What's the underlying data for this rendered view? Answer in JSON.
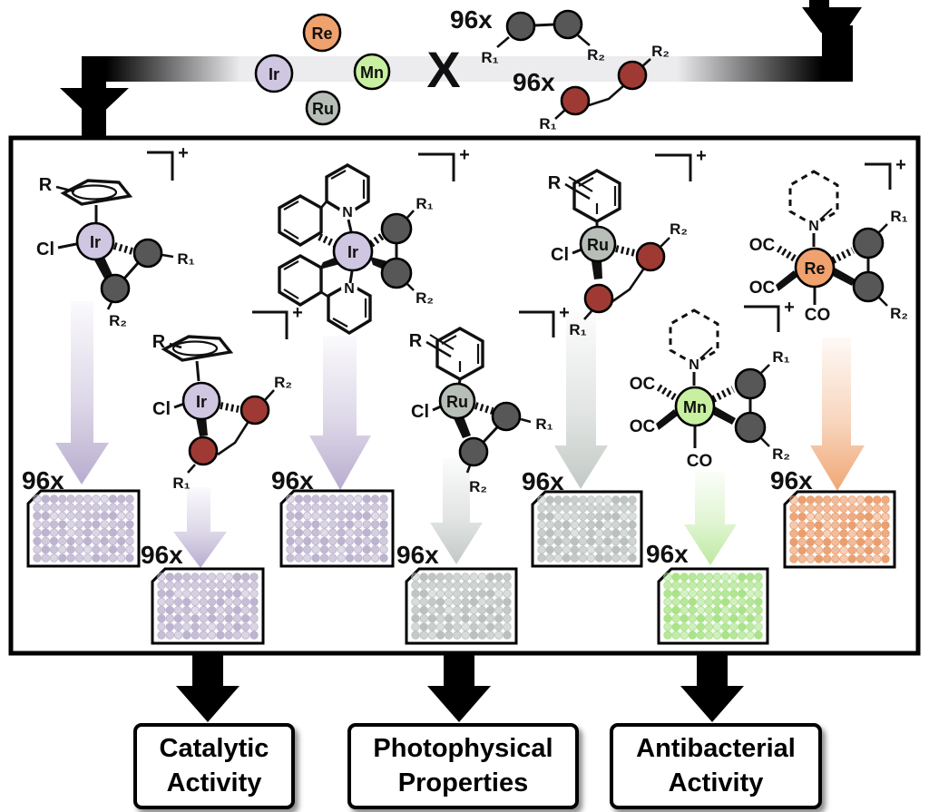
{
  "colors": {
    "ir": "#cfc6e2",
    "ru": "#b7beb8",
    "re": "#f0a26e",
    "mn": "#c8f0a0",
    "carbon": "#575757",
    "red_donor": "#9e3a33"
  },
  "top": {
    "cross": "X",
    "metals": [
      {
        "symbol": "Re"
      },
      {
        "symbol": "Ir"
      },
      {
        "symbol": "Mn"
      },
      {
        "symbol": "Ru"
      }
    ],
    "ligand_sets": [
      {
        "count": "96x",
        "r1": "R₁",
        "r2": "R₂"
      },
      {
        "count": "96x",
        "r1": "R₁",
        "r2": "R₂"
      }
    ]
  },
  "glyphs": {
    "charge": "+",
    "n": "N",
    "cl": "Cl",
    "r": "R",
    "r1": "R₁",
    "r2": "R₂",
    "oc": "OC",
    "co": "CO"
  },
  "structures": [
    {
      "metal": "Ir"
    },
    {
      "metal": "Ir"
    },
    {
      "metal": "Ir"
    },
    {
      "metal": "Ru"
    },
    {
      "metal": "Ru"
    },
    {
      "metal": "Re"
    },
    {
      "metal": "Mn"
    }
  ],
  "funnel_arrow_colors": [
    "#b4a8cc",
    "#b4a8cc",
    "#b4a8cc",
    "#bfc6c2",
    "#bfc6c2",
    "#b9e89a",
    "#efa26d"
  ],
  "plates": [
    {
      "count": "96x",
      "well_color": "#b9b0cc"
    },
    {
      "count": "96x",
      "well_color": "#b9b0cc"
    },
    {
      "count": "96x",
      "well_color": "#b9b0cc"
    },
    {
      "count": "96x",
      "well_color": "#b7bebb"
    },
    {
      "count": "96x",
      "well_color": "#b7bebb"
    },
    {
      "count": "96x",
      "well_color": "#a5e183"
    },
    {
      "count": "96x",
      "well_color": "#e89a68"
    }
  ],
  "outcomes": [
    {
      "line1": "Catalytic",
      "line2": "Activity"
    },
    {
      "line1": "Photophysical",
      "line2": "Properties"
    },
    {
      "line1": "Antibacterial",
      "line2": "Activity"
    }
  ]
}
